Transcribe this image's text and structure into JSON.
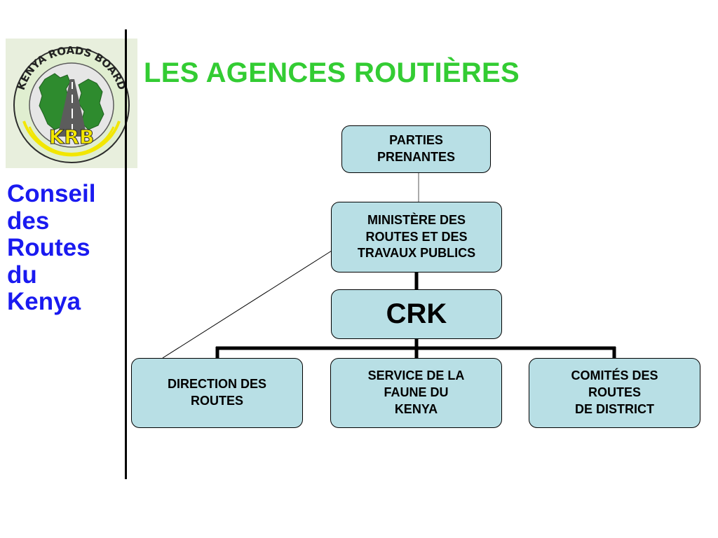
{
  "title": "LES AGENCES ROUTIÈRES",
  "logo": {
    "ring_text": "KENYA ROADS BOARD",
    "initials": "KRB"
  },
  "sidebar": {
    "lines": [
      "Conseil",
      "des",
      "Routes",
      "du",
      "Kenya"
    ]
  },
  "chart": {
    "parties_prenantes": [
      "PARTIES",
      "PRENANTES"
    ],
    "ministere": [
      "MINISTÈRE DES",
      "ROUTES ET DES",
      "TRAVAUX PUBLICS"
    ],
    "crk": "CRK",
    "direction": [
      "DIRECTION DES",
      "ROUTES"
    ],
    "faune": [
      "SERVICE DE LA",
      "FAUNE DU",
      "KENYA"
    ],
    "comites": [
      "COMITÉS DES",
      "ROUTES",
      "DE DISTRICT"
    ]
  },
  "colors": {
    "title": "#33cc33",
    "sidebar_text": "#1a1af0",
    "box_fill": "#b8dfe5",
    "logo_green": "#2e8b2e",
    "logo_yellow": "#f2e600"
  }
}
